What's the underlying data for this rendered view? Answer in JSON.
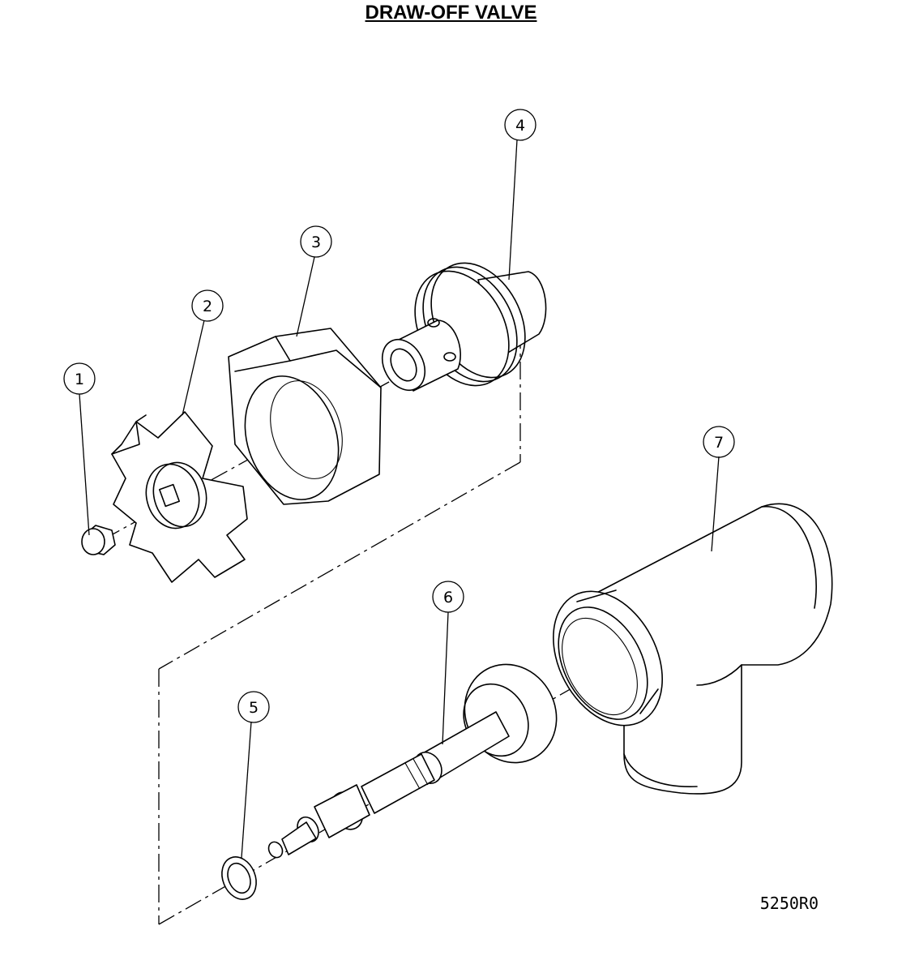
{
  "title": "DRAW-OFF VALVE",
  "drawing_number": "5250R0",
  "callouts": [
    "1",
    "2",
    "3",
    "4",
    "5",
    "6",
    "7"
  ]
}
